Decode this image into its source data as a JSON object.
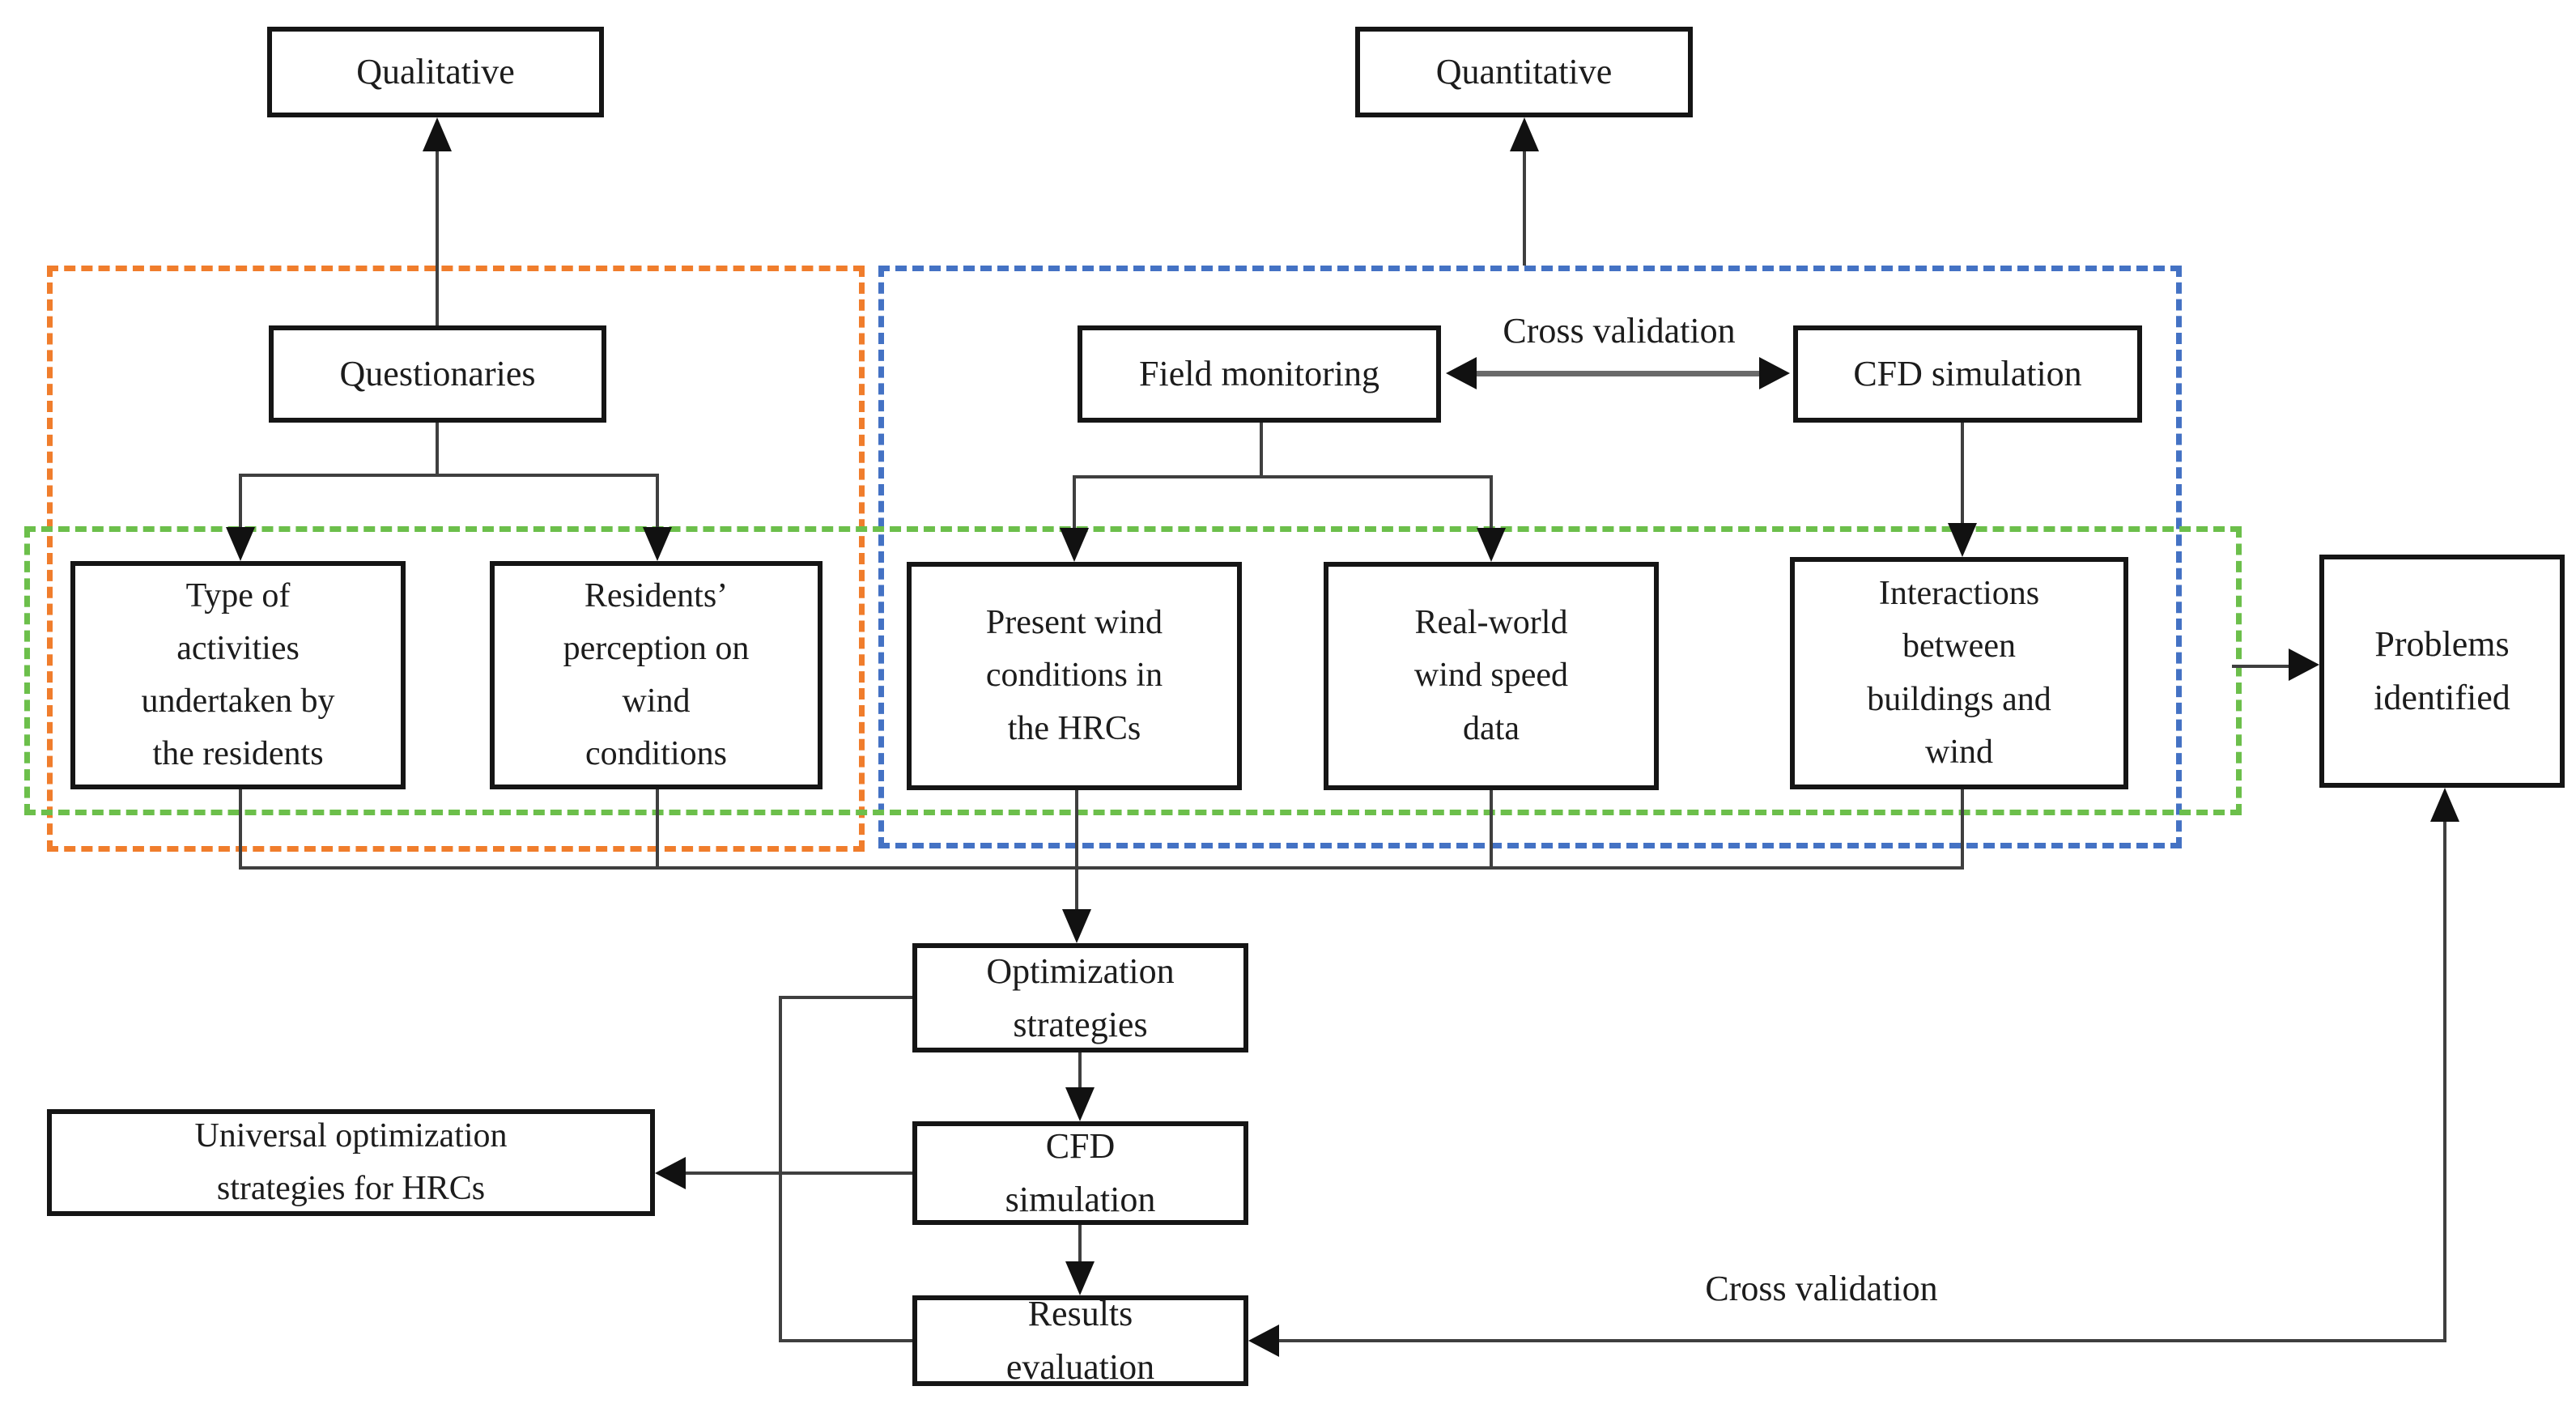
{
  "diagram": {
    "nodes": {
      "qualitative": {
        "label": "Qualitative"
      },
      "quantitative": {
        "label": "Quantitative"
      },
      "questionaries": {
        "label": "Questionaries"
      },
      "field_monitoring": {
        "label": "Field monitoring"
      },
      "cfd_simulation_top": {
        "label": "CFD simulation"
      },
      "type_activities": {
        "label": "Type of\nactivities\nundertaken by\nthe residents"
      },
      "residents_perception": {
        "label": "Residents’\nperception on\nwind\nconditions"
      },
      "present_wind": {
        "label": "Present wind\nconditions in\nthe HRCs"
      },
      "real_world": {
        "label": "Real-world\nwind speed\ndata"
      },
      "interactions": {
        "label": "Interactions\nbetween\nbuildings and\nwind"
      },
      "problems_identified": {
        "label": "Problems\nidentified"
      },
      "optimization_strategies": {
        "label": "Optimization\nstrategies"
      },
      "cfd_simulation_bottom": {
        "label": "CFD\nsimulation"
      },
      "results_evaluation": {
        "label": "Results\nevaluation"
      },
      "universal_strategies": {
        "label": "Universal  optimization\nstrategies for HRCs"
      }
    },
    "edge_labels": {
      "cross_validation_top": "Cross validation",
      "cross_validation_bottom": "Cross validation"
    },
    "group_colors": {
      "qualitative_group": "#f07d2c",
      "quantitative_group": "#4472c4",
      "identification_group": "#6cbf4b"
    },
    "line_color": "#3f3f3f"
  }
}
